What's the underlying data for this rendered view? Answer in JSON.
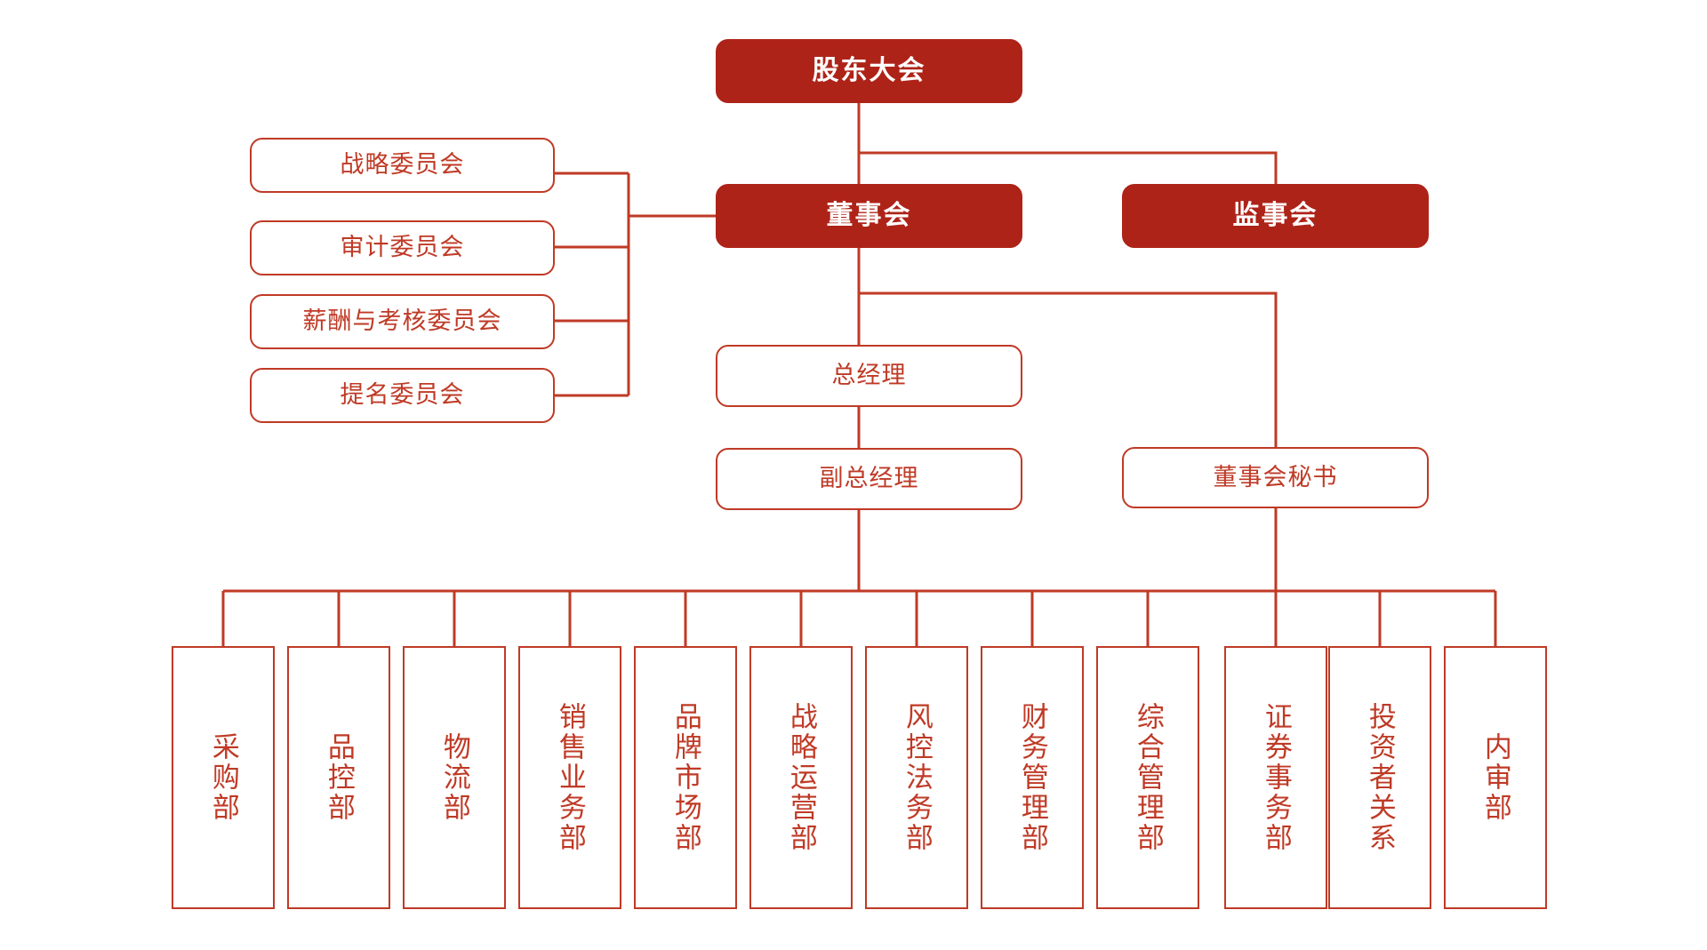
{
  "theme": {
    "fill_color": "#ae2318",
    "line_color": "#bf3a26",
    "text_on_fill": "#ffffff",
    "text_color": "#bf3a26",
    "background": "#ffffff"
  },
  "nodes": {
    "shareholders_meeting": "股东大会",
    "board_of_directors": "董事会",
    "board_of_supervisors": "监事会",
    "general_manager": "总经理",
    "deputy_general_manager": "副总经理",
    "board_secretary": "董事会秘书"
  },
  "committees": [
    {
      "label": "战略委员会"
    },
    {
      "label": "审计委员会"
    },
    {
      "label": "薪酬与考核委员会"
    },
    {
      "label": "提名委员会"
    }
  ],
  "departments": [
    {
      "label": "采购部"
    },
    {
      "label": "品控部"
    },
    {
      "label": "物流部"
    },
    {
      "label": "销售业务部"
    },
    {
      "label": "品牌市场部"
    },
    {
      "label": "战略运营部"
    },
    {
      "label": "风控法务部"
    },
    {
      "label": "财务管理部"
    },
    {
      "label": "综合管理部"
    },
    {
      "label": "证券事务部"
    },
    {
      "label": "投资者关系"
    },
    {
      "label": "内审部"
    }
  ]
}
